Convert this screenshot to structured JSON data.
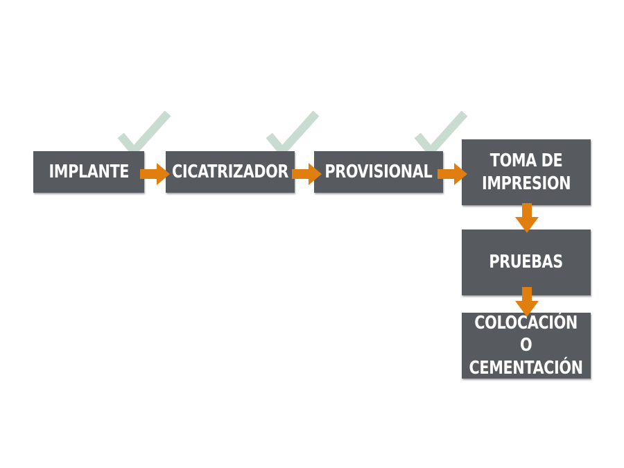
{
  "diagram": {
    "type": "process-flow",
    "steps": [
      {
        "id": "implante",
        "label": "IMPLANTE",
        "completed": true
      },
      {
        "id": "cicatrizador",
        "label": "CICATRIZADOR",
        "completed": true
      },
      {
        "id": "provisional",
        "label": "PROVISIONAL",
        "completed": true
      },
      {
        "id": "toma-de-impresion",
        "label": "TOMA DE\nIMPRESION",
        "completed": false
      },
      {
        "id": "pruebas",
        "label": "PRUEBAS",
        "completed": false
      },
      {
        "id": "colocacion",
        "label": "COLOCACIÓN O\nCEMENTACIÓN",
        "completed": false
      }
    ],
    "connections": [
      {
        "from": "implante",
        "to": "cicatrizador",
        "direction": "right"
      },
      {
        "from": "cicatrizador",
        "to": "provisional",
        "direction": "right"
      },
      {
        "from": "provisional",
        "to": "toma-de-impresion",
        "direction": "right"
      },
      {
        "from": "toma-de-impresion",
        "to": "pruebas",
        "direction": "down"
      },
      {
        "from": "pruebas",
        "to": "colocacion",
        "direction": "down"
      }
    ],
    "colors": {
      "box": "#575a5e",
      "text": "#ffffff",
      "arrow": "#e07f0f",
      "check": "#c9dcd2"
    },
    "icons": {
      "completed": "checkmark-icon",
      "connector": "arrow-icon"
    }
  }
}
